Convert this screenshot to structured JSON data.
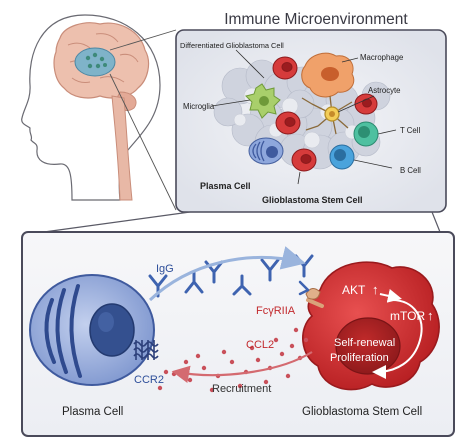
{
  "title": "Immune Microenvironment",
  "microenvironment": {
    "labels": {
      "differentiated_gbm": "Differentiated Glioblastoma Cell",
      "macrophage": "Macrophage",
      "astrocyte": "Astrocyte",
      "microglia": "Microglia",
      "t_cell": "T Cell",
      "b_cell": "B Cell",
      "plasma_cell": "Plasma Cell",
      "gbm_stem_cell": "Glioblastoma Stem Cell"
    }
  },
  "mechanism": {
    "igg": "IgG",
    "fcgriia": "FcγRIIA",
    "akt": "AKT",
    "mtor": "mTOR",
    "self_renewal": "Self-renewal",
    "proliferation": "Proliferation",
    "ccl2": "CCL2",
    "ccr2": "CCR2",
    "recruitment": "Recruitment",
    "plasma_cell": "Plasma Cell",
    "gbm_stem_cell": "Glioblastoma Stem Cell"
  },
  "colors": {
    "frame": "#4a4a5a",
    "plasma_cell": "#9fb4de",
    "plasma_nucleus": "#3f5a9e",
    "tumor": "#d42e2e",
    "antibody": "#3e63b0",
    "ccl2_dots": "#c9505a",
    "brain": "#e9b9a8"
  }
}
